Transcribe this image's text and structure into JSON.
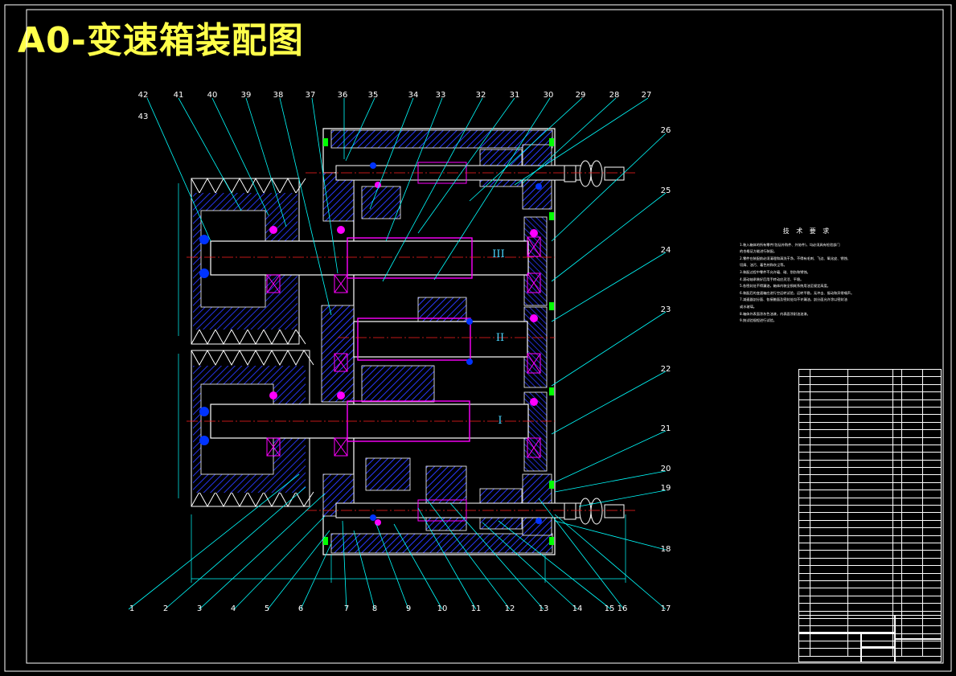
{
  "title": "A0-变速箱装配图",
  "leaders_top": [
    "42",
    "41",
    "40",
    "39",
    "38",
    "37",
    "36",
    "35",
    "34",
    "33",
    "32",
    "31",
    "30",
    "29",
    "28",
    "27"
  ],
  "leader_extra": "43",
  "leaders_right": [
    "26",
    "25",
    "24",
    "23",
    "22",
    "21",
    "20",
    "19",
    "18"
  ],
  "leaders_bottom": [
    "1",
    "2",
    "3",
    "4",
    "5",
    "6",
    "7",
    "8",
    "9",
    "10",
    "11",
    "12",
    "13",
    "14",
    "15",
    "16",
    "17"
  ],
  "shaft_labels": [
    "III",
    "II",
    "I"
  ],
  "tech_requirements": {
    "title": "技 术 要 求",
    "lines": [
      "1.装入箱体的所有零件(包括外购件、外协件)，均必须具有检验部门",
      "  的合格证方能进行装配。",
      "2.零件在装配前必须清理和清洗干净，不得有毛刺、飞边、氧化皮、锈蚀、",
      "  切屑、油污、着色剂和灰尘等。",
      "3.装配过程中零件不允许磕、碰、划伤和锈蚀。",
      "4.滚动轴承装好后用手转动应灵活、平稳。",
      "5.各密封处不得漏油，箱体内装全损耗系统用油至规定高度。",
      "6.装配后的变速箱应进行空运转试验，运转平稳，无冲击、振动和异常噪声。",
      "7.减速器剖分面、各接触面及密封处均不许漏油，剖分面允许涂以密封油",
      "  或水玻璃。",
      "8.箱体外表面涂灰色油漆，内表面涂耐油油漆。",
      "9.按试验规程进行试验。"
    ]
  },
  "bom_rows": 38,
  "colors": {
    "background": "#000000",
    "frame": "#ffffff",
    "title": "#ffff4a",
    "leader": "#00ffff",
    "section_hatch": "#0000ff",
    "part_outline": "#ffffff",
    "centerline": "#ff2020",
    "fastener": "#ff00ff",
    "highlight": "#00ff00"
  }
}
